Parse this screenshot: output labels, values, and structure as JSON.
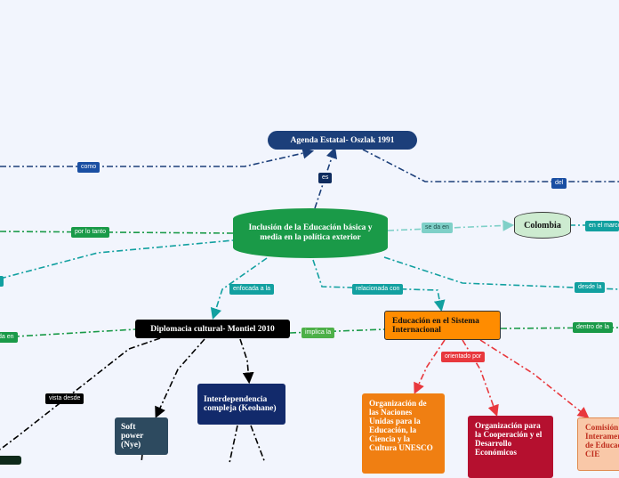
{
  "nodes": {
    "agenda": "Agenda Estatal- Oszlak 1991",
    "central": "Inclusión de la Educación básica y media en la política exterior",
    "colombia": "Colombia",
    "diplomacia": "Diplomacia cultural- Montiel 2010",
    "educacion_internacional": "Educación en el Sistema Internacional",
    "soft_power": "Soft power (Nye)",
    "interdependencia": "Interdependencia compleja (Keohane)",
    "unesco": "Organización de las Naciones Unidas para la Educación, la Ciencia y la Cultura UNESCO",
    "ocde": "Organización para la Cooperación y el Desarrollo Económicos",
    "cie": "Comisión Interamericana de Educación CIE"
  },
  "labels": {
    "como": "como",
    "es": "es",
    "del": "del",
    "por_lo_tanto": "por lo tanto",
    "se_da_en": "se da en",
    "en_el_marco": "en el marco",
    "enfocada_a_la": "enfocada a la",
    "relacionada_con": "relacionada con",
    "desde_la": "desde la",
    "implica_la": "implica la",
    "dentro_de_la": "dentro de la",
    "orientado_por": "orientado por",
    "vista_desde": "vista desde",
    "da_en": "da en"
  },
  "colors": {
    "background": "#f2f5fd",
    "central": "#1a9a48",
    "agenda": "#1c3f7a",
    "colombia": "#cdebd0",
    "diplomacia": "#000000",
    "educacion_internacional": "#ff8c00",
    "soft_power": "#2d4a5f",
    "interdependencia": "#122a6b",
    "unesco": "#f07f12",
    "ocde": "#b5102f",
    "cie": "#f9c8a8",
    "teal": "#12a0a0",
    "green": "#1a9a48",
    "red": "#e8383d"
  }
}
